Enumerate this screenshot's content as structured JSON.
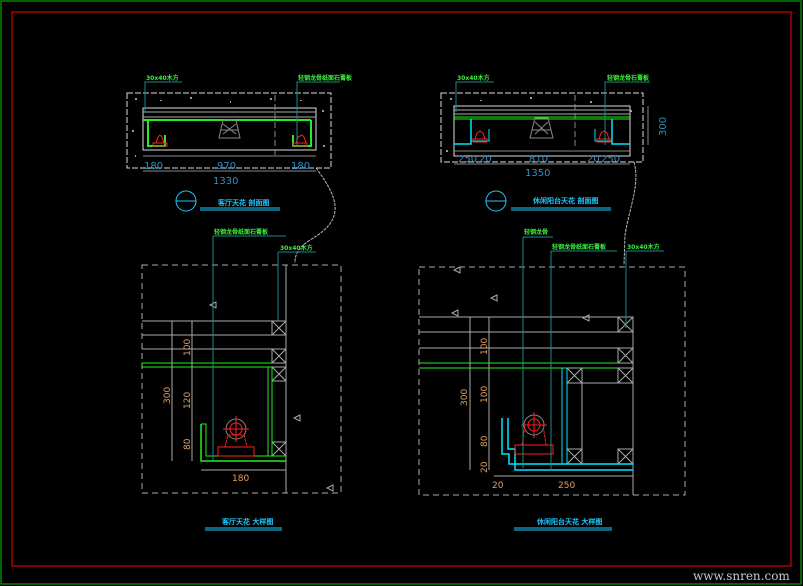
{
  "section_left": {
    "label_left": "30x40木方",
    "label_right": "轻钢龙骨纸面石膏板",
    "dims": [
      "180",
      "970",
      "180"
    ],
    "total": "1330",
    "title": "客厅天花 剖面图"
  },
  "section_right": {
    "label_left": "30x40木方",
    "label_right": "轻钢龙骨石膏板",
    "dims": [
      "250",
      "20",
      "810",
      "20",
      "250"
    ],
    "total": "1350",
    "height": "300",
    "title": "休闲阳台天花 剖面图"
  },
  "detail_left": {
    "label_top": "轻钢龙骨纸面石膏板",
    "label_mid": "30x40木方",
    "dims_v": [
      "300",
      "100",
      "120",
      "80"
    ],
    "dim_h": "180",
    "title": "客厅天花 大样图"
  },
  "detail_right": {
    "label_top": "轻钢龙骨",
    "label_mid": "轻钢龙骨纸面石膏板",
    "label_right": "30x40木方",
    "dims_v": [
      "300",
      "100",
      "100",
      "80",
      "20"
    ],
    "dims_h": [
      "20",
      "250"
    ],
    "title": "休闲阳台天花 大样图"
  },
  "watermark": "www.snren.com",
  "colors": {
    "frame_outer": "#00c800",
    "frame_inner": "#ff0000",
    "channel": "#22ee22",
    "cyan": "#00e5ff",
    "lamp": "#ff2020"
  }
}
